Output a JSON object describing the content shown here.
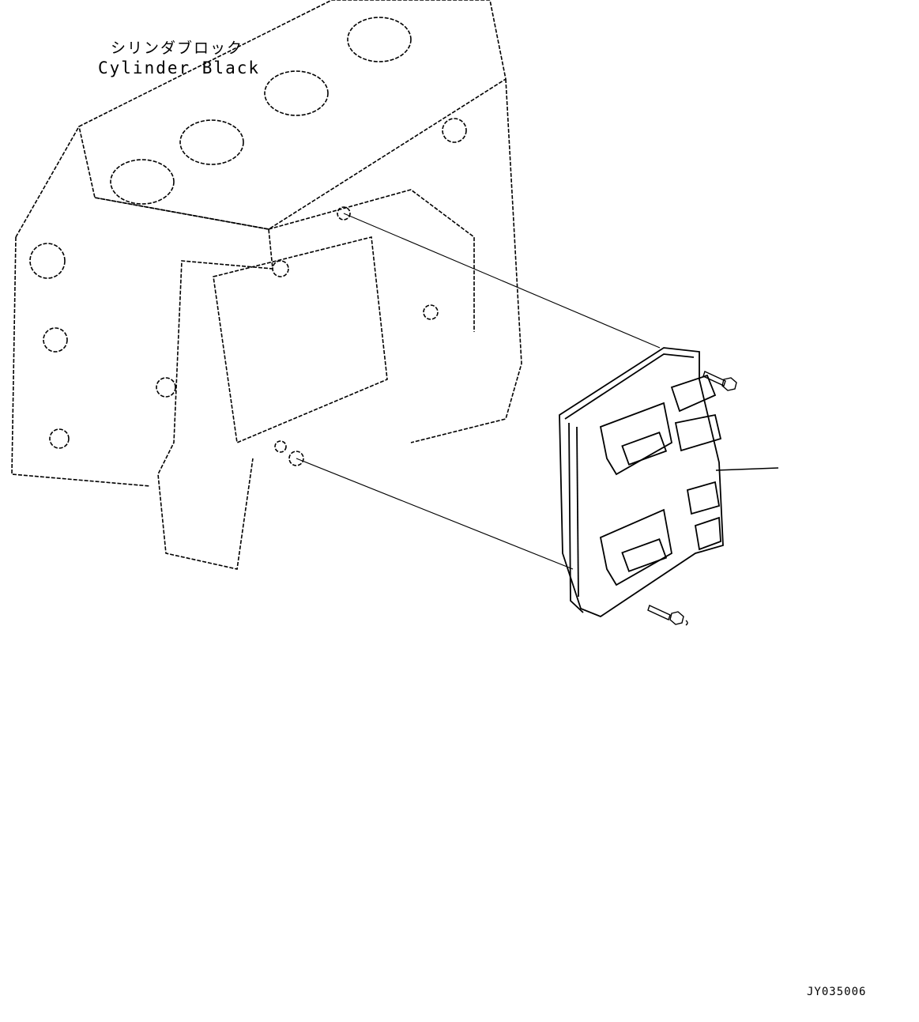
{
  "diagram": {
    "labels": {
      "cylinder_block_jp": "シリンダブロック",
      "cylinder_block_en": "Cylinder Black"
    },
    "figure_code": "JY035006",
    "parts": [
      {
        "name": "cylinder-block",
        "description": "4-cylinder engine block (isometric line drawing)"
      },
      {
        "name": "engine-controller",
        "description": "Controller unit with two connectors, mounted with bolts"
      },
      {
        "name": "mounting-bolt-upper",
        "description": "Upper mounting bolt"
      },
      {
        "name": "mounting-bolt-lower",
        "description": "Lower mounting bolt"
      }
    ],
    "colors": {
      "line": "#000000",
      "background": "#ffffff"
    }
  }
}
